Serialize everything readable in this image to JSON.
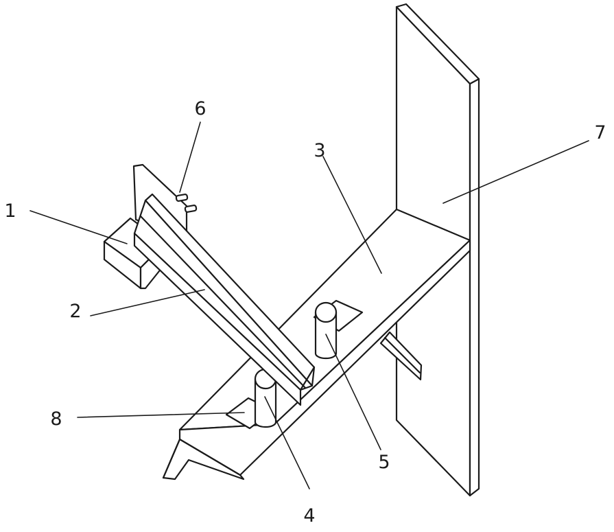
{
  "figure": {
    "labels": [
      "1",
      "2",
      "3",
      "4",
      "5",
      "6",
      "7",
      "8"
    ]
  }
}
